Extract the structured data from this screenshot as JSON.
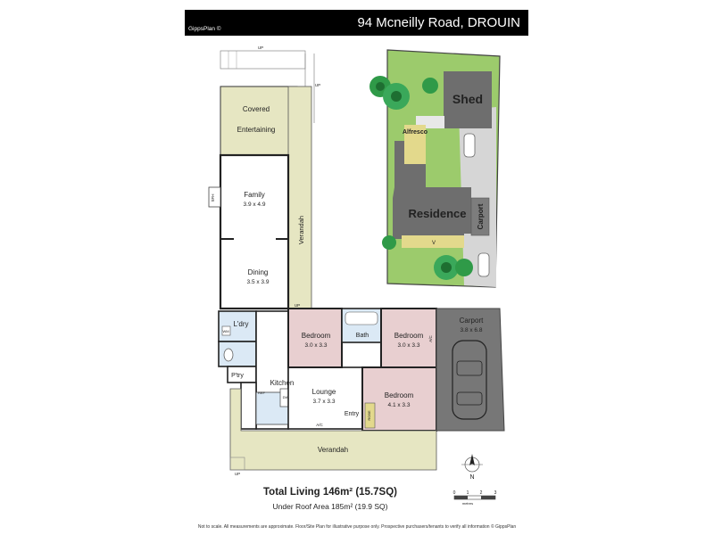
{
  "header": {
    "address": "94 Mcneilly Road, DROUIN",
    "logo_text": "GippsPlan ©"
  },
  "rooms": {
    "covered_line1": "Covered",
    "covered_line2": "Entertaining",
    "family": "Family",
    "family_dim": "3.9 x 4.9",
    "dining": "Dining",
    "dining_dim": "3.5 x 3.9",
    "verandah_side": "Verandah",
    "ldry": "L'dry",
    "ptry": "P'try",
    "kitchen": "Kitchen",
    "lounge": "Lounge",
    "lounge_dim": "3.7 x 3.3",
    "entry": "Entry",
    "bedroom1": "Bedroom",
    "bedroom1_dim": "3.0 x 3.3",
    "bath": "Bath",
    "bedroom2": "Bedroom",
    "bedroom2_dim": "3.0 x 3.3",
    "bedroom3": "Bedroom",
    "bedroom3_dim": "4.1 x 3.3",
    "carport": "Carport",
    "carport_dim": "3.8 x 6.8",
    "verandah_front": "Verandah",
    "robe": "ROBE",
    "ac_lounge": "A/C",
    "ac_bed2": "A/C",
    "up1": "UP",
    "up2": "UP",
    "up3": "UP",
    "up4": "UP",
    "wm": "WM",
    "fridge": "REF",
    "dw": "DW",
    "wood_heater": "SFH"
  },
  "site": {
    "shed": "Shed",
    "alfresco": "Alfresco",
    "residence": "Residence",
    "carport": "Carport",
    "v": "V"
  },
  "compass": {
    "north": "N"
  },
  "scale": {
    "ticks": [
      "0",
      "1",
      "2",
      "3"
    ],
    "unit": "metres"
  },
  "totals": {
    "living": "Total Living 146m² (15.7SQ)",
    "under_roof": "Under Roof Area 185m² (19.9 SQ)"
  },
  "disclaimer": "Not to scale. All measurements are approximate. Floor/Site Plan for illustrative purpose only. Prospective purchasers/tenants to verify all information © GippsPlan"
}
